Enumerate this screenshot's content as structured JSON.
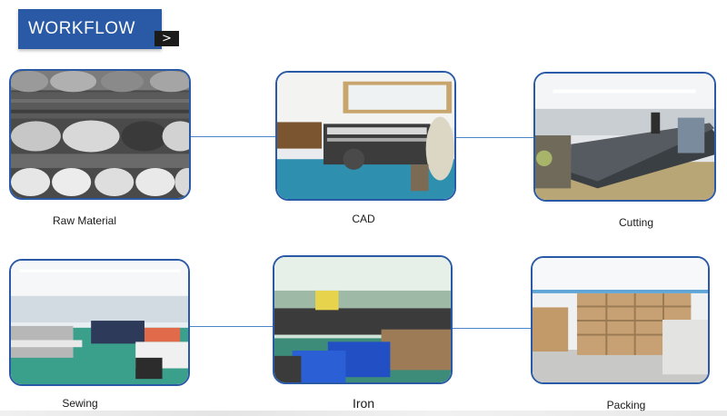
{
  "header": {
    "title": "WORKFLOW",
    "arrow_glyph": ">"
  },
  "steps": [
    {
      "label": "Raw Material"
    },
    {
      "label": "CAD"
    },
    {
      "label": "Cutting"
    },
    {
      "label": "Sewing"
    },
    {
      "label": "Iron"
    },
    {
      "label": "Packing"
    }
  ],
  "colors": {
    "accent": "#2a5aa6",
    "connector": "#4a86c8"
  }
}
